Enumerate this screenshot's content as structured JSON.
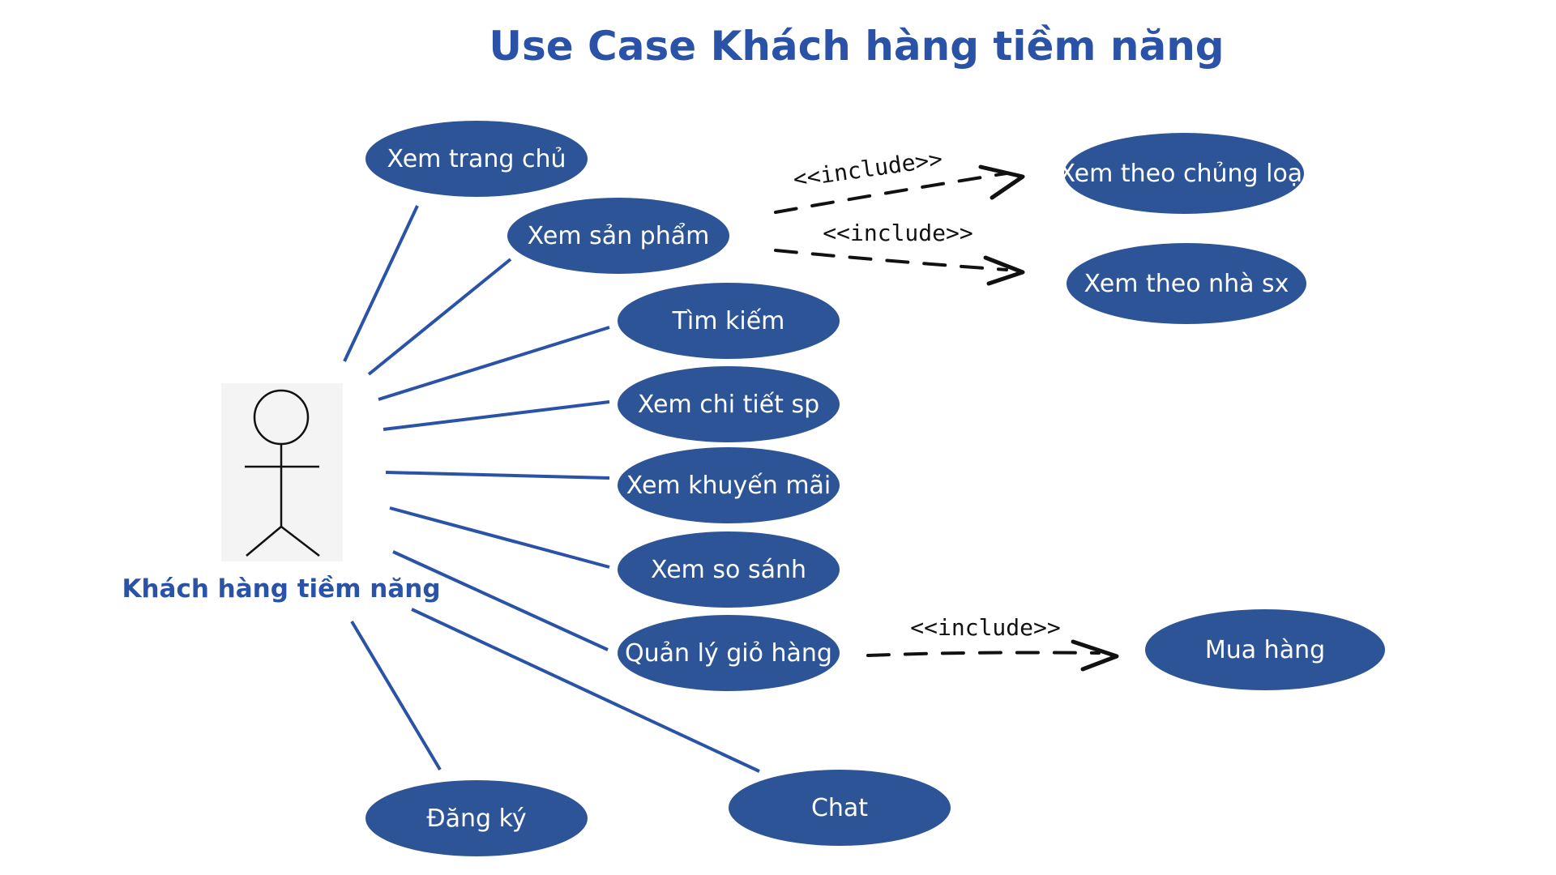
{
  "title": "Use Case Khách hàng tiềm năng",
  "actor": {
    "label": "Khách hàng tiềm năng",
    "icon": "stick-figure-icon"
  },
  "use_cases": {
    "xem_trang_chu": "Xem trang chủ",
    "xem_san_pham": "Xem sản phẩm",
    "tim_kiem": "Tìm kiếm",
    "xem_chi_tiet_sp": "Xem chi tiết sp",
    "xem_khuyen_mai": "Xem khuyến mãi",
    "xem_so_sanh": "Xem so sánh",
    "quan_ly_gio_hang": "Quản lý giỏ hàng",
    "dang_ky": "Đăng ký",
    "chat": "Chat",
    "xem_theo_chung_loai": "Xem theo chủng loại",
    "xem_theo_nha_sx": "Xem theo nhà sx",
    "mua_hang": "Mua hàng"
  },
  "relations": {
    "include_1": "<<include>>",
    "include_2": "<<include>>",
    "include_3": "<<include>>"
  },
  "colors": {
    "title": "#2a52a6",
    "ellipse_fill": "#2c5497",
    "ellipse_text": "#ffffff",
    "association_line": "#2a52a6",
    "actor_box": "#f4f4f4",
    "actor_stroke": "#111111",
    "actor_label": "#2a52a6",
    "dependency": "#111111",
    "background": "#ffffff"
  }
}
